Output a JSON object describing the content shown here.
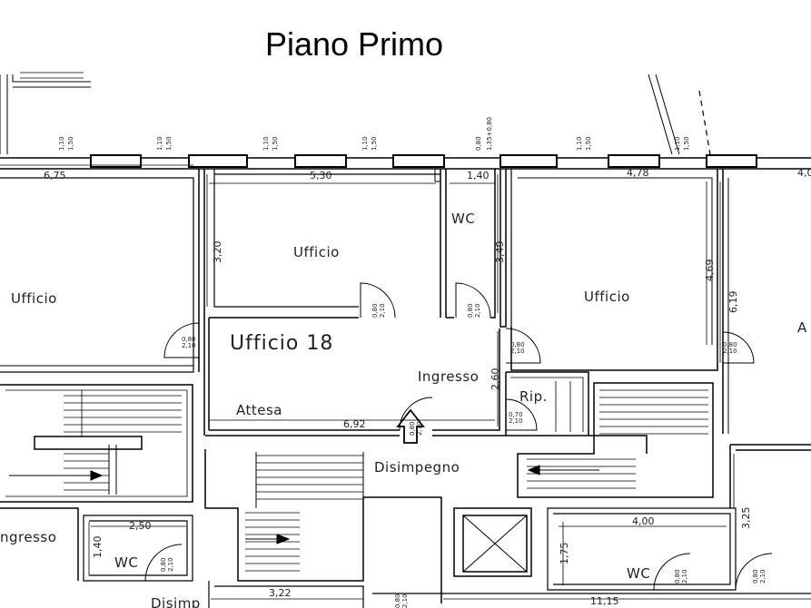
{
  "title": "Piano Primo",
  "rooms": {
    "ufficio_left": "Ufficio",
    "ufficio_center": "Ufficio",
    "wc_top": "WC",
    "ufficio_right": "Ufficio",
    "ufficio_right_edge": "A",
    "ufficio_18": "Ufficio 18",
    "ingresso": "Ingresso",
    "rip": "Rip.",
    "attesa": "Attesa",
    "disimpegno": "Disimpegno",
    "ingresso_lower": "ngresso",
    "wc_lower_left": "WC",
    "wc_lower_right": "WC",
    "disimpegno_lower": "Disimp"
  },
  "dimensions": {
    "d_675": "6,75",
    "d_530": "5,30",
    "d_140": "1,40",
    "d_478": "4,78",
    "d_400_top": "4,0",
    "d_320": "3,20",
    "d_349": "3,49",
    "d_469": "4,69",
    "d_619": "6,19",
    "d_260": "2,60",
    "d_692": "6,92",
    "d_250": "2,50",
    "d_140_v": "1,40",
    "d_400": "4,00",
    "d_175": "1,75",
    "d_325": "3,25",
    "d_322": "3,22",
    "d_1115": "11,15"
  },
  "window_labels": {
    "w1_a": "1,10",
    "w1_b": "1,50",
    "w2_a": "1,10",
    "w2_b": "1,50",
    "w3_a": "1,10",
    "w3_b": "1,50",
    "w4_a": "1,10",
    "w4_b": "1,50",
    "w5_a": "0,80",
    "w5_b": "1,35+0,80",
    "w6_a": "1,10",
    "w6_b": "1,50",
    "w7_a": "1,10",
    "w7_b": "1,50"
  },
  "door_labels": {
    "d1_a": "0,80",
    "d1_b": "2,10",
    "d2_a": "0,80",
    "d2_b": "2,10",
    "d3_a": "0,80",
    "d3_b": "2,10",
    "d4_a": "0,80",
    "d4_b": "2,10",
    "d5_a": "0,80",
    "d5_b": "2,10",
    "d6_a": "0,70",
    "d6_b": "2,10",
    "d7_a": "0,80",
    "d7_b": "2,10",
    "d8_a": "0,80",
    "d8_b": "2,10",
    "d9_a": "0,80",
    "d9_b": "2,10",
    "d10_a": "0,80",
    "d10_b": "2,10",
    "d11_a": "0,80",
    "d11_b": "2,10"
  }
}
